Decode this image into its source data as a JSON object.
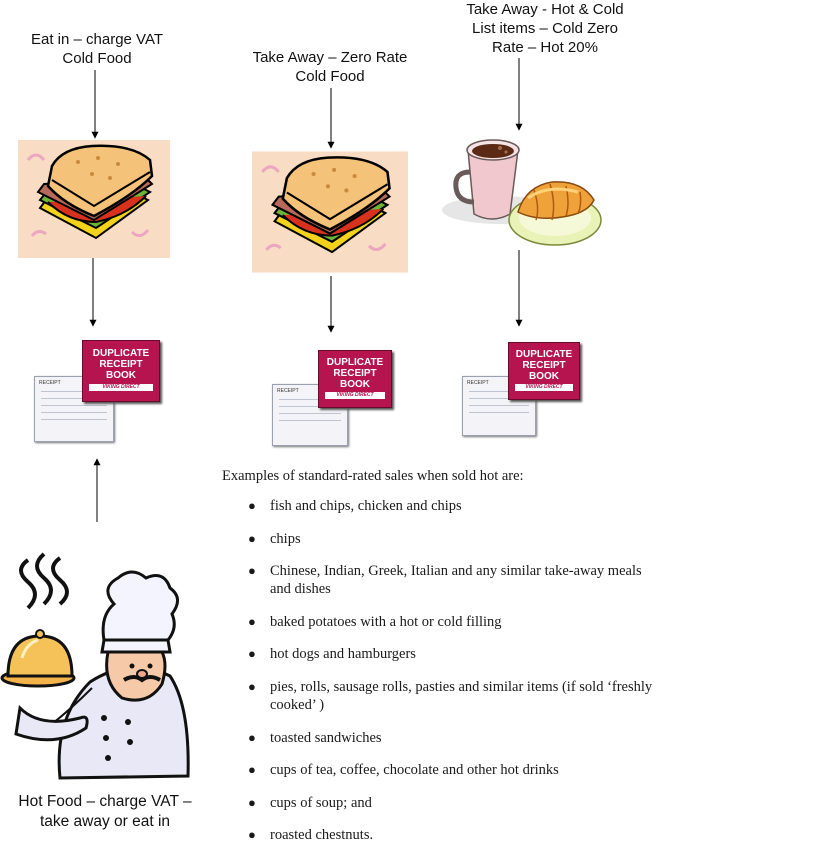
{
  "captions": {
    "eat_in": [
      "Eat in – charge VAT",
      "Cold Food"
    ],
    "take_away_cold": [
      "Take Away – Zero Rate",
      "Cold Food"
    ],
    "take_away_hot_cold": [
      "Take Away - Hot & Cold",
      "List items – Cold Zero",
      "Rate – Hot 20%"
    ],
    "hot_food": [
      "Hot Food – charge VAT –",
      "take away or eat in"
    ]
  },
  "receipt_book": {
    "title_line1": "DUPLICATE",
    "title_line2": "RECEIPT",
    "title_line3": "BOOK",
    "brand": "VIKING DIRECT",
    "receipt_label": "RECEIPT",
    "brand_color": "#b5144f"
  },
  "examples": {
    "intro": "Examples of standard-rated sales when sold hot are:",
    "items": [
      "fish and chips, chicken and chips",
      "chips",
      "Chinese, Indian, Greek, Italian and any similar take-away meals and dishes",
      "baked potatoes with a hot or cold filling",
      "hot dogs and hamburgers",
      "pies, rolls, sausage rolls, pasties and similar items (if sold ‘freshly cooked’ )",
      "toasted sandwiches",
      "cups of tea, coffee, chocolate and other hot drinks",
      "cups of soup; and",
      "roasted chestnuts."
    ]
  },
  "icons": {
    "sandwich": "sandwich-icon",
    "coffee_croissant": "coffee-croissant-icon",
    "receipt_book": "receipt-book-icon",
    "chef": "chef-icon"
  }
}
